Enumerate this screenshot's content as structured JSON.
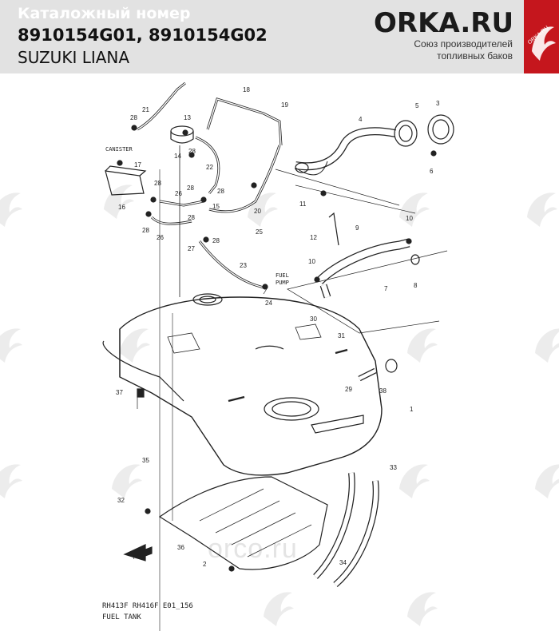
{
  "header": {
    "catalog_label": "Каталожный номер",
    "part_numbers": "8910154G01, 8910154G02",
    "model": "SUZUKI LIANA",
    "brand": "ORKA.RU",
    "tagline_line1": "Союз производителей",
    "tagline_line2": "топливных баков"
  },
  "watermark": {
    "text": "ORKA.RU",
    "bottom_text": "orco.ru"
  },
  "diagram": {
    "labels": {
      "canister": "CANISTER",
      "fuel_pump_1": "FUEL",
      "fuel_pump_2": "PUMP",
      "fwd": "FWD"
    },
    "callouts": [
      "1",
      "2",
      "3",
      "4",
      "5",
      "6",
      "7",
      "8",
      "9",
      "10",
      "10",
      "11",
      "12",
      "13",
      "14",
      "15",
      "16",
      "17",
      "18",
      "19",
      "20",
      "21",
      "22",
      "23",
      "24",
      "25",
      "26",
      "26",
      "27",
      "28",
      "28",
      "28",
      "28",
      "28",
      "28",
      "28",
      "28",
      "29",
      "30",
      "31",
      "32",
      "33",
      "34",
      "35",
      "36",
      "37",
      "38"
    ],
    "footer_code": "RH413F RH416F E01_156",
    "footer_title": "FUEL TANK"
  },
  "colors": {
    "header_bg": "#e2e2e2",
    "badge_red": "#c5161d",
    "line": "#222222",
    "watermark": "#e8e8e8"
  }
}
